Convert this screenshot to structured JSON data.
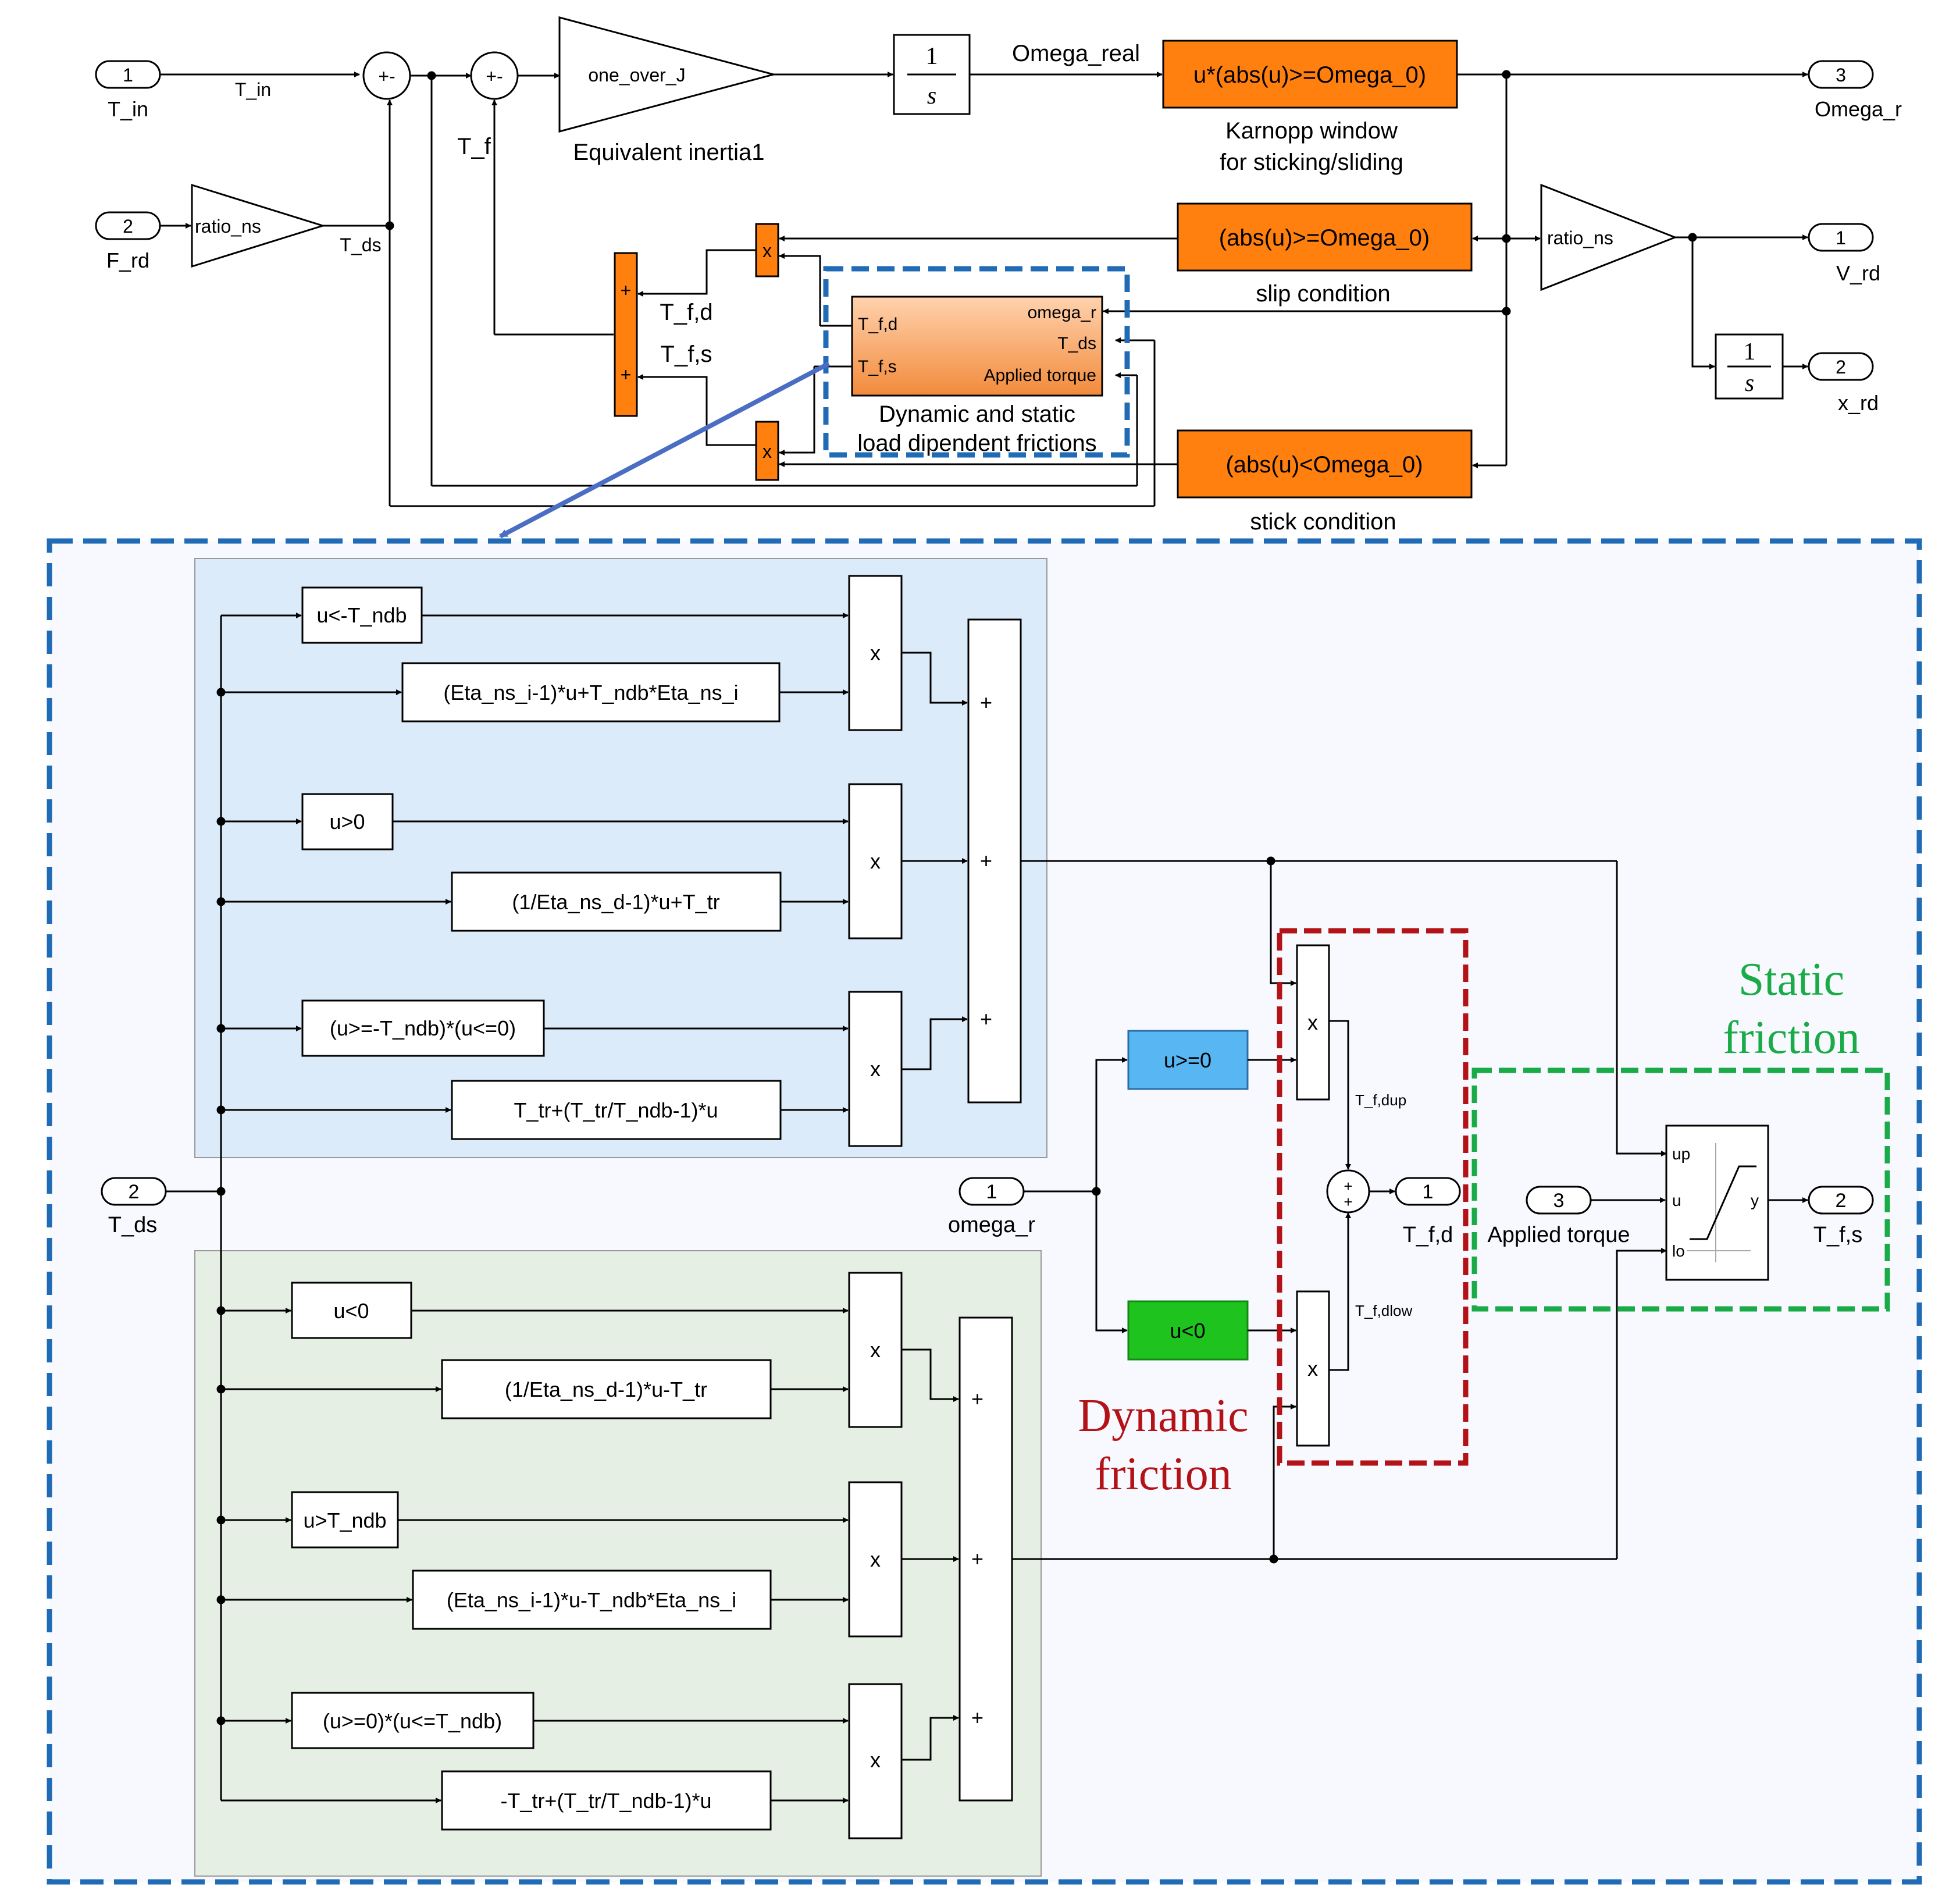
{
  "colors": {
    "orange": "#ff7f0f",
    "blue_dash": "#1f6bb5",
    "red_dash": "#b31217",
    "green_dash": "#1aab48",
    "cyan_block": "#58b6f3",
    "green_block": "#1ec31e",
    "top_region_fill": "#dcebfa",
    "bottom_region_fill": "#e5efe3",
    "panel_fill": "#f7f9fe",
    "arrow_blue": "#4a6ec4"
  },
  "top": {
    "in1_num": "1",
    "in1_label": "T_in",
    "in2_num": "2",
    "in2_label": "F_rd",
    "t_in_signal": "T_in",
    "ratio_ns_1": "ratio_ns",
    "t_ds_signal": "T_ds",
    "sum1": "+-",
    "sum2": "+-",
    "t_f_signal": "T_f",
    "gain_j": "one_over_J",
    "gain_j_caption": "Equivalent inertia1",
    "integrator_num": "1",
    "integrator_den": "s",
    "omega_real": "Omega_real",
    "karnopp_block": "u*(abs(u)>=Omega_0)",
    "karnopp_caption_1": "Karnopp window",
    "karnopp_caption_2": "for sticking/sliding",
    "out3_num": "3",
    "out3_label": "Omega_r",
    "slip_block": "(abs(u)>=Omega_0)",
    "slip_caption": "slip condition",
    "ratio_ns_2": "ratio_ns",
    "out1_num": "1",
    "out1_label": "V_rd",
    "integrator2_num": "1",
    "integrator2_den": "s",
    "out2_num": "2",
    "out2_label": "x_rd",
    "stick_block": "(abs(u)<Omega_0)",
    "stick_caption": "stick condition",
    "mult": "x",
    "sum_vertical_plus": "+",
    "tfd_signal": "T_f,d",
    "tfs_signal": "T_f,s",
    "subsys_port_tfd": "T_f,d",
    "subsys_port_tfs": "T_f,s",
    "subsys_port_omega": "omega_r",
    "subsys_port_tds": "T_ds",
    "subsys_port_applied": "Applied torque",
    "subsys_caption_1": "Dynamic and static",
    "subsys_caption_2": "load dipendent frictions"
  },
  "detail": {
    "in_tds_num": "2",
    "in_tds_label": "T_ds",
    "in_omega_num": "1",
    "in_omega_label": "omega_r",
    "in_applied_num": "3",
    "in_applied_label": "Applied torque",
    "upper_blocks": [
      "u<-T_ndb",
      "(Eta_ns_i-1)*u+T_ndb*Eta_ns_i",
      "u>0",
      "(1/Eta_ns_d-1)*u+T_tr",
      "(u>=-T_ndb)*(u<=0)",
      "T_tr+(T_tr/T_ndb-1)*u"
    ],
    "lower_blocks": [
      "u<0",
      "(1/Eta_ns_d-1)*u-T_tr",
      "u>T_ndb",
      "(Eta_ns_i-1)*u-T_ndb*Eta_ns_i",
      "(u>=0)*(u<=T_ndb)",
      "-T_tr+(T_tr/T_ndb-1)*u"
    ],
    "mult": "x",
    "plus": "+",
    "cond_ge": "u>=0",
    "cond_lt": "u<0",
    "tfdup": "T_f,dup",
    "tfdlow": "T_f,dlow",
    "out1_num": "1",
    "out1_label": "T_f,d",
    "out2_num": "2",
    "out2_label": "T_f,s",
    "sat_up": "up",
    "sat_u": "u",
    "sat_lo": "lo",
    "sat_y": "y",
    "dynamic_1": "Dynamic",
    "dynamic_2": "friction",
    "static_1": "Static",
    "static_2": "friction"
  }
}
